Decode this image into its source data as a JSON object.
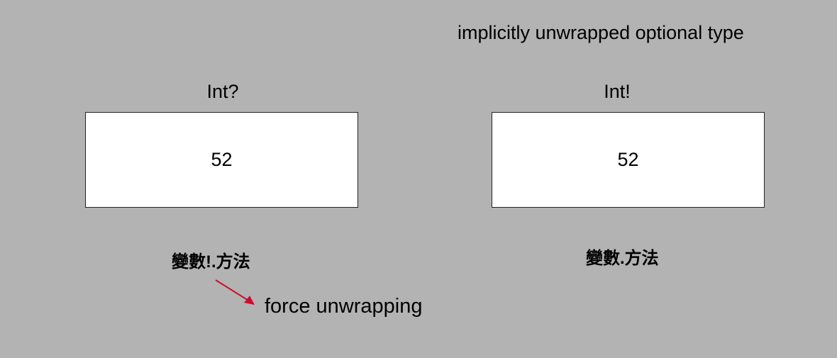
{
  "header_note": "implicitly unwrapped optional type",
  "left": {
    "type_label": "Int?",
    "value": "52",
    "method_syntax": "變數!.方法"
  },
  "right": {
    "type_label": "Int!",
    "value": "52",
    "method_syntax": "變數.方法"
  },
  "annotation": {
    "text": "force unwrapping",
    "arrow_color": "#c8102e"
  }
}
